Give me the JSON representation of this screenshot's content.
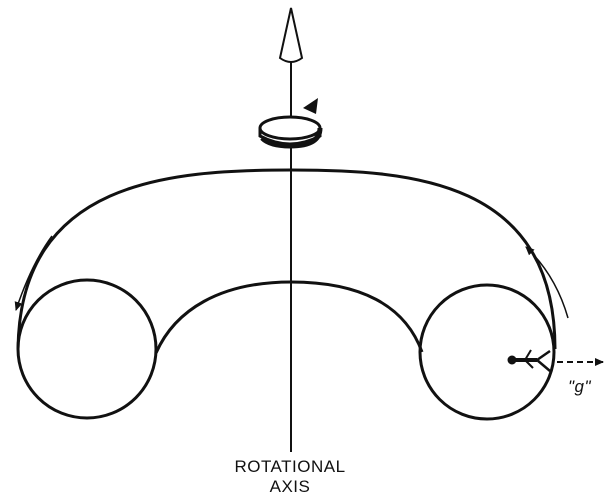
{
  "diagram": {
    "axis_label_line1": "ROTATIONAL",
    "axis_label_line2": "AXIS",
    "gravity_label": "\"g\""
  },
  "colors": {
    "ink": "#111111",
    "background": "#ffffff"
  }
}
